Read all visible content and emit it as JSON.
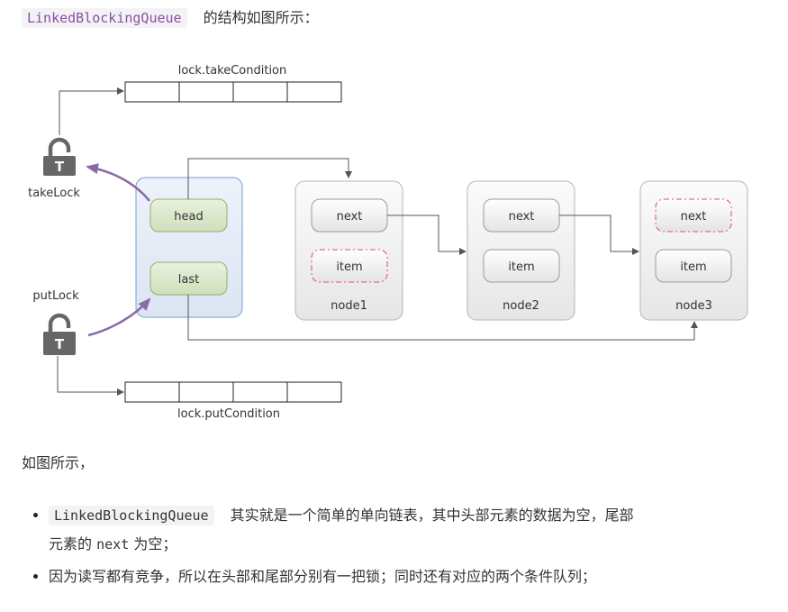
{
  "intro": {
    "code": "LinkedBlockingQueue",
    "text": "的结构如图所示："
  },
  "diagram": {
    "take_condition_label": "lock.takeCondition",
    "put_condition_label": "lock.putCondition",
    "take_lock_label": "takeLock",
    "put_lock_label": "putLock",
    "head_label": "head",
    "last_label": "last",
    "nodes": [
      {
        "next": "next",
        "item": "item",
        "name": "node1"
      },
      {
        "next": "next",
        "item": "item",
        "name": "node2"
      },
      {
        "next": "next",
        "item": "item",
        "name": "node3"
      }
    ],
    "lock_glyph": "T",
    "colors": {
      "queue_box_fill": "#e4ecf7",
      "queue_box_border": "#7a9ccf",
      "pointer_fill": "#dbe7cc",
      "pointer_border": "#8fb069",
      "node_fill": "#f2f2f2",
      "dashed_border": "#e0505a",
      "lock_arrow": "#8a6aa8",
      "lock_icon": "#666666"
    }
  },
  "caption": "如图所示，",
  "bullets": [
    {
      "code": "LinkedBlockingQueue",
      "text1": "其实就是一个简单的单向链表，其中头部元素的数据为空，尾部",
      "text2": "元素的",
      "mono": "next",
      "text3": "为空；"
    },
    {
      "text": "因为读写都有竞争，所以在头部和尾部分别有一把锁；同时还有对应的两个条件队列；"
    }
  ]
}
